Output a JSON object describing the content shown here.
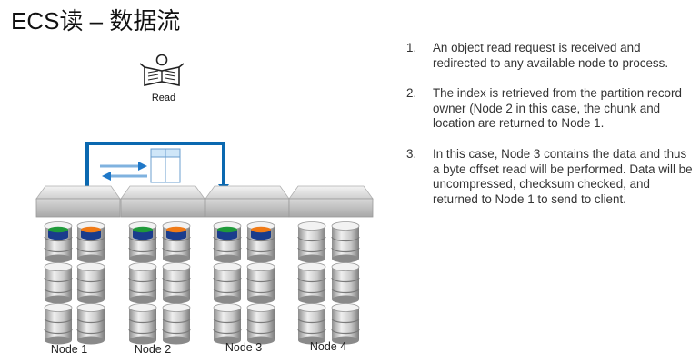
{
  "title": "ECS读 – 数据流",
  "read_label": "Read",
  "nodes": [
    {
      "label": "Node 1"
    },
    {
      "label": "Node 2"
    },
    {
      "label": "Node 3"
    },
    {
      "label": "Node 4"
    }
  ],
  "steps": [
    {
      "num": "1.",
      "text": "An object read request is received and redirected to any available node to process."
    },
    {
      "num": "2.",
      "text": "The index is retrieved from the partition record owner (Node 2 in this case, the chunk and location are returned to Node 1."
    },
    {
      "num": "3.",
      "text": "In this case, Node 3 contains the data and thus a byte offset read will be performed.  Data will be uncompressed, checksum checked, and returned to Node 1 to send to client."
    }
  ],
  "colors": {
    "path": "#0a68b0",
    "highlight_green": "#1f9a3a",
    "highlight_orange": "#f07a16",
    "disk": "#bdbdbd",
    "index_cell": "#cfe6f8"
  }
}
